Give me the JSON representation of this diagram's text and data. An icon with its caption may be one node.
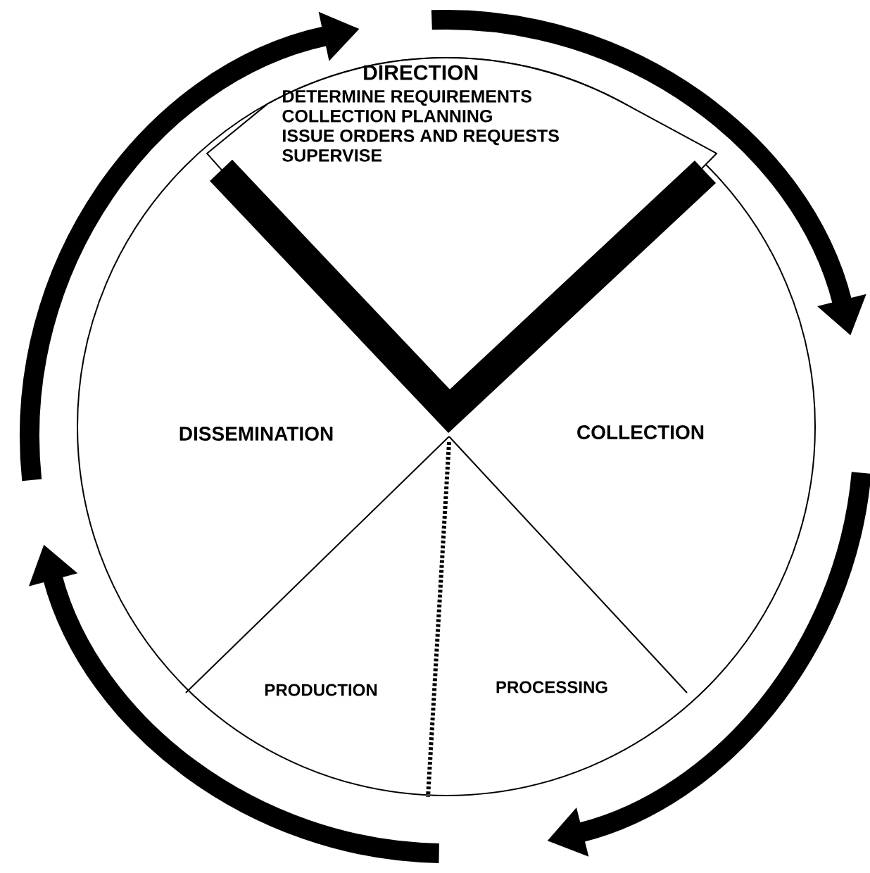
{
  "diagram": {
    "nodes": [
      {
        "text": [
          "DIRECTION",
          "DETERMINE REQUIREMENTS",
          "COLLECTION PLANNING",
          "ISSUE ORDERS AND REQUESTS",
          "SUPERVISE"
        ]
      },
      {
        "text": [
          "DISSEMINATION"
        ]
      },
      {
        "text": [
          "COLLECTION"
        ]
      },
      {
        "text": [
          "PRODUCTION"
        ]
      },
      {
        "text": [
          "PROCESSING"
        ]
      }
    ]
  }
}
